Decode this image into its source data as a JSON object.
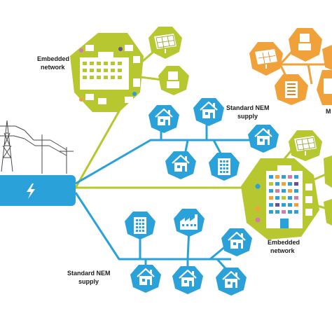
{
  "labels": {
    "embedded_network_top_line1": "Embedded",
    "embedded_network_top_line2": "network",
    "standard_nem_top_line1": "Standard NEM",
    "standard_nem_top_line2": "supply",
    "embedded_network_right_line1": "Embedded",
    "embedded_network_right_line2": "network",
    "standard_nem_bottom_line1": "Standard NEM",
    "standard_nem_bottom_line2": "supply",
    "cut_off_label": "M"
  },
  "colors": {
    "green": "#b7c72f",
    "green_dark": "#8c9d1c",
    "blue": "#2aa1d8",
    "blue_dark": "#1a7fb3",
    "orange": "#f0a13a",
    "orange_dark": "#d8831f",
    "line_grey": "#5a5a5a"
  },
  "icons": {
    "hub": "lightning-icon",
    "house": "house-icon",
    "apartment": "apartment-icon",
    "factory": "factory-icon",
    "solar": "solar-panel-icon",
    "pylon": "transmission-tower-icon",
    "pole": "power-pole-icon"
  }
}
